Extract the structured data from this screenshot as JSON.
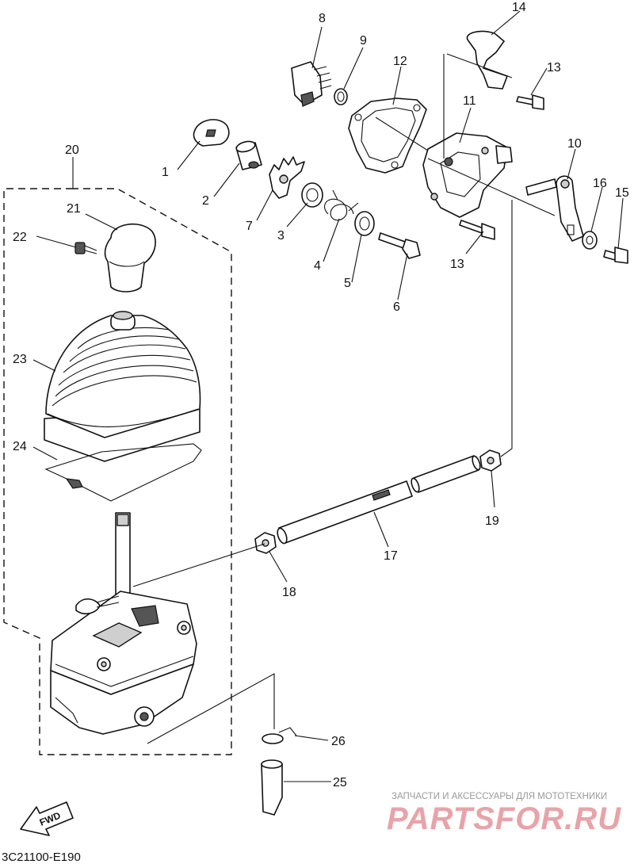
{
  "diagram": {
    "callouts": {
      "n1": "1",
      "n2": "2",
      "n3": "3",
      "n4": "4",
      "n5": "5",
      "n6": "6",
      "n7": "7",
      "n8": "8",
      "n9": "9",
      "n10": "10",
      "n11": "11",
      "n12": "12",
      "n13a": "13",
      "n13b": "13",
      "n14": "14",
      "n15": "15",
      "n16": "16",
      "n17": "17",
      "n18": "18",
      "n19": "19",
      "n20": "20",
      "n21": "21",
      "n22": "22",
      "n23": "23",
      "n24": "24",
      "n25": "25",
      "n26": "26"
    },
    "drawing_code": "3C21100-E190",
    "fwd_label": "FWD"
  },
  "watermark": {
    "tagline": "ЗАПЧАСТИ И АКСЕССУАРЫ ДЛЯ МОТОТЕХНИКИ",
    "brand": "PARTSFOR.RU"
  },
  "colors": {
    "line": "#111111",
    "watermark_brand": "#e9a3a8",
    "watermark_tagline": "#9a9a9a"
  }
}
